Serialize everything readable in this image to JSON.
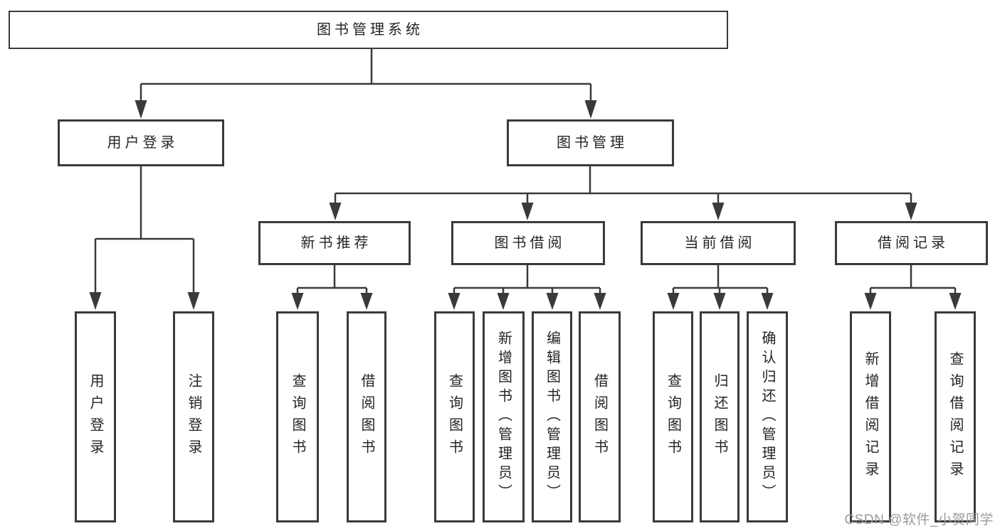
{
  "page": {
    "background": "#ffffff"
  },
  "colors": {
    "line": "#3a3a3a",
    "box_border": "#3a3a3a",
    "text": "#242424",
    "watermark": "#9b9b9b"
  },
  "watermark": {
    "text": "CSDN @软件_小贺同学"
  },
  "tree": {
    "root": {
      "label": "图书管理系统"
    },
    "children": [
      {
        "label": "用户登录",
        "children": [
          {
            "label": "用户登录"
          },
          {
            "label": "注销登录"
          }
        ]
      },
      {
        "label": "图书管理",
        "children": [
          {
            "label": "新书推荐",
            "children": [
              {
                "label": "查询图书"
              },
              {
                "label": "借阅图书"
              }
            ]
          },
          {
            "label": "图书借阅",
            "children": [
              {
                "label": "查询图书"
              },
              {
                "label": "新增图书（管理员）"
              },
              {
                "label": "编辑图书（管理员）"
              },
              {
                "label": "借阅图书"
              }
            ]
          },
          {
            "label": "当前借阅",
            "children": [
              {
                "label": "查询图书"
              },
              {
                "label": "归还图书"
              },
              {
                "label": "确认归还（管理员）"
              }
            ]
          },
          {
            "label": "借阅记录",
            "children": [
              {
                "label": "新增借阅记录"
              },
              {
                "label": "查询借阅记录"
              }
            ]
          }
        ]
      }
    ]
  }
}
